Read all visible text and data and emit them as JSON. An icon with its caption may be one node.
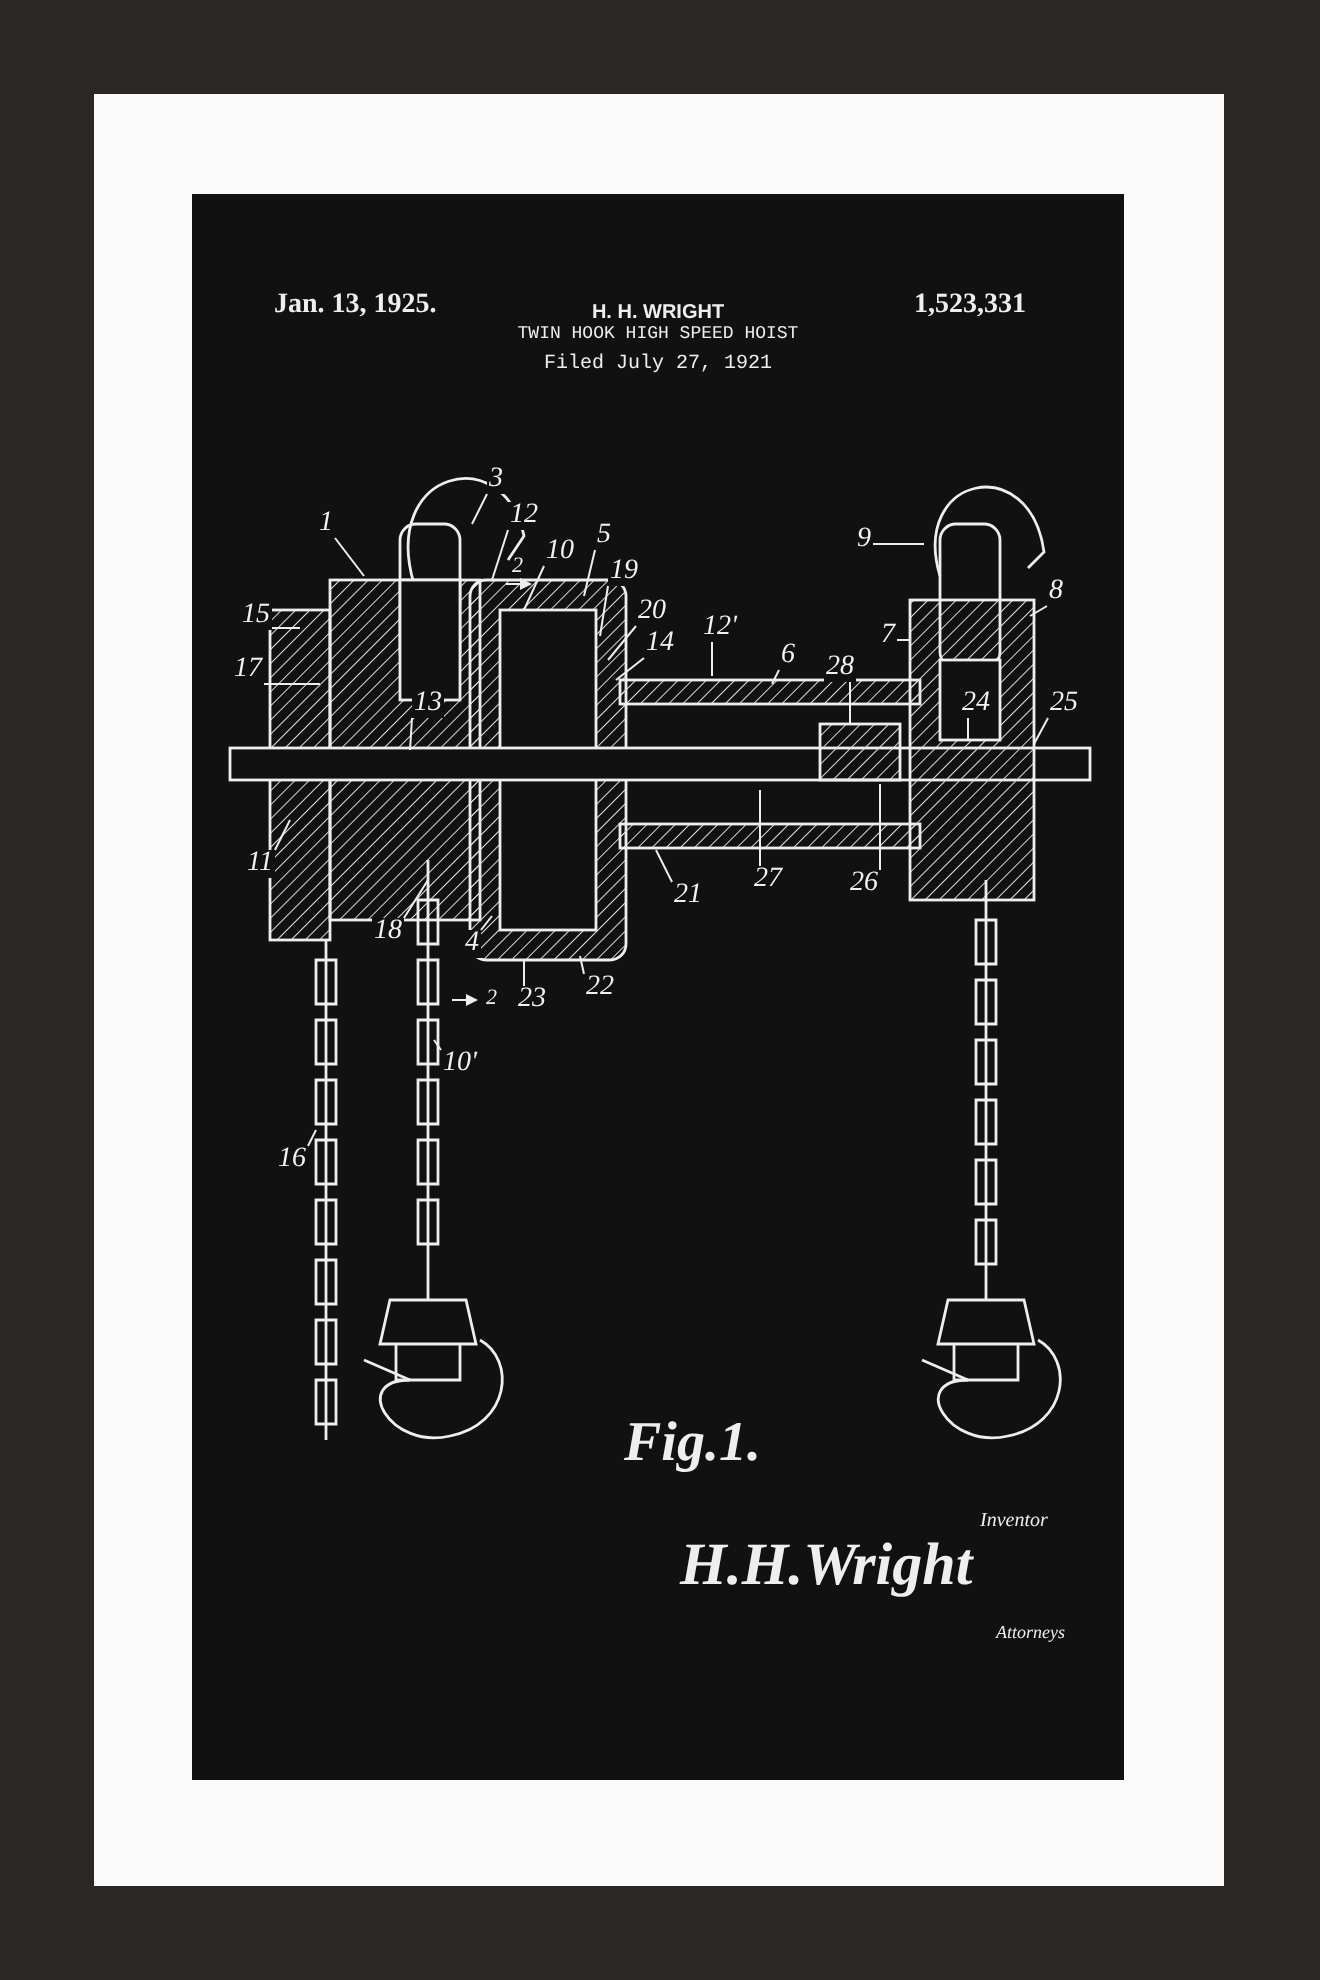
{
  "diagram": {
    "title": "TWIN HOOK HIGH SPEED HOIST",
    "nodes": [
      {
        "text": [
          "3"
        ]
      },
      {
        "text": [
          "1"
        ]
      },
      {
        "text": [
          "12"
        ]
      },
      {
        "text": [
          "10"
        ]
      },
      {
        "text": [
          "5"
        ]
      },
      {
        "text": [
          "19"
        ]
      },
      {
        "text": [
          "9"
        ]
      },
      {
        "text": [
          "8"
        ]
      },
      {
        "text": [
          "15"
        ]
      },
      {
        "text": [
          "17"
        ]
      },
      {
        "text": [
          "20"
        ]
      },
      {
        "text": [
          "14"
        ]
      },
      {
        "text": [
          "12'"
        ]
      },
      {
        "text": [
          "6"
        ]
      },
      {
        "text": [
          "28"
        ]
      },
      {
        "text": [
          "7"
        ]
      },
      {
        "text": [
          "13"
        ]
      },
      {
        "text": [
          "24"
        ]
      },
      {
        "text": [
          "25"
        ]
      },
      {
        "text": [
          "11"
        ]
      },
      {
        "text": [
          "21"
        ]
      },
      {
        "text": [
          "27"
        ]
      },
      {
        "text": [
          "26"
        ]
      },
      {
        "text": [
          "18"
        ]
      },
      {
        "text": [
          "4"
        ]
      },
      {
        "text": [
          "22"
        ]
      },
      {
        "text": [
          "23"
        ]
      },
      {
        "text": [
          "10'"
        ]
      },
      {
        "text": [
          "16"
        ]
      }
    ],
    "edges": [
      {
        "from": 0,
        "to": null,
        "arrow": "none"
      },
      {
        "from": 1,
        "to": null,
        "arrow": "none"
      },
      {
        "from": 2,
        "to": null,
        "arrow": "none"
      },
      {
        "from": 3,
        "to": null,
        "arrow": "none"
      },
      {
        "from": 4,
        "to": null,
        "arrow": "none"
      },
      {
        "from": 5,
        "to": null,
        "arrow": "none"
      },
      {
        "from": 6,
        "to": null,
        "arrow": "none"
      },
      {
        "from": 7,
        "to": null,
        "arrow": "none"
      },
      {
        "from": 8,
        "to": null,
        "arrow": "none"
      },
      {
        "from": 9,
        "to": null,
        "arrow": "none"
      },
      {
        "from": 10,
        "to": null,
        "arrow": "none"
      },
      {
        "from": 11,
        "to": null,
        "arrow": "none"
      },
      {
        "from": 12,
        "to": null,
        "arrow": "none"
      },
      {
        "from": 13,
        "to": null,
        "arrow": "none"
      },
      {
        "from": 14,
        "to": null,
        "arrow": "none"
      },
      {
        "from": 15,
        "to": null,
        "arrow": "none"
      },
      {
        "from": 16,
        "to": null,
        "arrow": "none"
      },
      {
        "from": 17,
        "to": null,
        "arrow": "none"
      },
      {
        "from": 18,
        "to": null,
        "arrow": "none"
      },
      {
        "from": 19,
        "to": null,
        "arrow": "none"
      },
      {
        "from": 20,
        "to": null,
        "arrow": "none"
      },
      {
        "from": 21,
        "to": null,
        "arrow": "none"
      },
      {
        "from": 22,
        "to": null,
        "arrow": "none"
      },
      {
        "from": 23,
        "to": null,
        "arrow": "none"
      },
      {
        "from": 24,
        "to": null,
        "arrow": "none"
      },
      {
        "from": 25,
        "to": null,
        "arrow": "none"
      },
      {
        "from": 26,
        "to": null,
        "arrow": "none"
      },
      {
        "from": 27,
        "to": null,
        "arrow": "none"
      },
      {
        "from": 28,
        "to": null,
        "arrow": "none"
      }
    ],
    "labels": [
      "Jan. 13, 1925.",
      "1,523,331",
      "H. H. WRIGHT",
      "Filed July 27, 1921",
      "2",
      "2",
      "Fig.1.",
      "Inventor",
      "H.H.Wright",
      "Attorneys"
    ]
  }
}
